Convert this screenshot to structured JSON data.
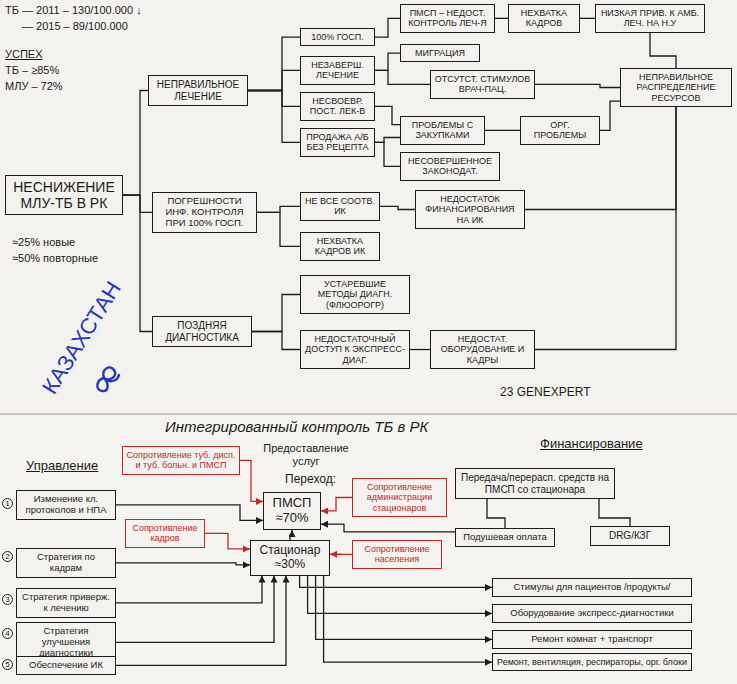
{
  "diagram": {
    "title": "Интегрированный контроль ТБ в РК",
    "nodes": [
      {
        "text": [
          "НЕСНИЖЕНИЕ МЛУ-ТБ В РК"
        ]
      },
      {
        "text": [
          "НЕПРАВИЛЬНОЕ ЛЕЧЕНИЕ"
        ]
      },
      {
        "text": [
          "100% ГОСП."
        ]
      },
      {
        "text": [
          "ПМСП – НЕДОСТ. КОНТРОЛЬ ЛЕЧ-Я"
        ]
      },
      {
        "text": [
          "НЕХВАТКА КАДРОВ"
        ]
      },
      {
        "text": [
          "НИЗКАЯ ПРИВ. К АМБ. ЛЕЧ. НА Н.У"
        ]
      },
      {
        "text": [
          "НЕЗАВЕРШ. ЛЕЧЕНИЕ"
        ]
      },
      {
        "text": [
          "МИГРАЦИЯ"
        ]
      },
      {
        "text": [
          "ОТСУТСТ. СТИМУЛОВ ВРАЧ-ПАЦ."
        ]
      },
      {
        "text": [
          "НЕПРАВИЛЬНОЕ РАСПРЕДЕЛЕНИЕ РЕСУРСОВ"
        ]
      },
      {
        "text": [
          "НЕСВОЕВР. ПОСТ. ЛЕК-В"
        ]
      },
      {
        "text": [
          "ПРОБЛЕМЫ С ЗАКУПКАМИ"
        ]
      },
      {
        "text": [
          "ОРГ. ПРОБЛЕМЫ"
        ]
      },
      {
        "text": [
          "ПРОДАЖА А/Б БЕЗ РЕЦЕПТА"
        ]
      },
      {
        "text": [
          "НЕСОВЕРШЕННОЕ ЗАКОНОДАТ."
        ]
      },
      {
        "text": [
          "ПОГРЕШНОСТИ ИНФ. КОНТРОЛЯ ПРИ 100% ГОСП."
        ]
      },
      {
        "text": [
          "НЕ ВСЕ СООТВ. ИК"
        ]
      },
      {
        "text": [
          "НЕДОСТАТОК ФИНАНСИРОВАНИЯ НА ИК"
        ]
      },
      {
        "text": [
          "НЕХВАТКА КАДРОВ ИК"
        ]
      },
      {
        "text": [
          "ПОЗДНЯЯ ДИАГНОСТИКА"
        ]
      },
      {
        "text": [
          "УСТАРЕВШИЕ МЕТОДЫ ДИАГН. (ФЛЮОРОГР)"
        ]
      },
      {
        "text": [
          "НЕДОСТАТОЧНЫЙ ДОСТУП К ЭКСПРЕСС-ДИАГ."
        ]
      },
      {
        "text": [
          "НЕДОСТАТ. ОБОРУДОВАНИЕ И КАДРЫ"
        ]
      },
      {
        "text": [
          "Изменение кл. протоколов и НПА"
        ]
      },
      {
        "text": [
          "Сопротивление туб. дисп. и туб. больн. и ПМСП"
        ]
      },
      {
        "text": [
          "ПМСП ≈70%"
        ]
      },
      {
        "text": [
          "Сопротивление администрации стационаров"
        ]
      },
      {
        "text": [
          "Передача/перерасп. средств на ПМСП со стационара"
        ]
      },
      {
        "text": [
          "Стратегия по кадрам"
        ]
      },
      {
        "text": [
          "Сопротивление кадров"
        ]
      },
      {
        "text": [
          "Стационар ≈30%"
        ]
      },
      {
        "text": [
          "Подушевая оплата"
        ]
      },
      {
        "text": [
          "DRG/КЗГ"
        ]
      },
      {
        "text": [
          "Сопротивление населения"
        ]
      },
      {
        "text": [
          "Стратегия приверж. к лечению"
        ]
      },
      {
        "text": [
          "Стимулы для пациентов /продукты/"
        ]
      },
      {
        "text": [
          "Стратегия улучшения диагностики"
        ]
      },
      {
        "text": [
          "Оборудование экспресс-диагностики"
        ]
      },
      {
        "text": [
          "Ремонт комнат + транспорт"
        ]
      },
      {
        "text": [
          "Обеспечение ИК"
        ]
      },
      {
        "text": [
          "Ремонт, вентиляция, респираторы, орг. блоки"
        ]
      }
    ],
    "edges": [
      {
        "from": 0,
        "to": 1,
        "arrow": "none"
      },
      {
        "from": 0,
        "to": 15,
        "arrow": "none"
      },
      {
        "from": 0,
        "to": 19,
        "arrow": "none"
      },
      {
        "from": 1,
        "to": 2,
        "arrow": "none"
      },
      {
        "from": 1,
        "to": 6,
        "arrow": "none"
      },
      {
        "from": 1,
        "to": 10,
        "arrow": "none"
      },
      {
        "from": 1,
        "to": 13,
        "arrow": "none"
      },
      {
        "from": 2,
        "to": 3,
        "arrow": "none"
      },
      {
        "from": 3,
        "to": 4,
        "arrow": "none"
      },
      {
        "from": 4,
        "to": 5,
        "arrow": "none"
      },
      {
        "from": 5,
        "to": 9,
        "arrow": "none"
      },
      {
        "from": 6,
        "to": 7,
        "arrow": "none"
      },
      {
        "from": 6,
        "to": 8,
        "arrow": "none"
      },
      {
        "from": 8,
        "to": 9,
        "arrow": "none"
      },
      {
        "from": 10,
        "to": 11,
        "arrow": "none"
      },
      {
        "from": 11,
        "to": 12,
        "arrow": "none"
      },
      {
        "from": 12,
        "to": 9,
        "arrow": "none"
      },
      {
        "from": 13,
        "to": 11,
        "arrow": "none"
      },
      {
        "from": 13,
        "to": 14,
        "arrow": "none"
      },
      {
        "from": 15,
        "to": 16,
        "arrow": "none"
      },
      {
        "from": 15,
        "to": 18,
        "arrow": "none"
      },
      {
        "from": 16,
        "to": 17,
        "arrow": "none"
      },
      {
        "from": 17,
        "to": 9,
        "arrow": "none"
      },
      {
        "from": 19,
        "to": 20,
        "arrow": "none"
      },
      {
        "from": 19,
        "to": 21,
        "arrow": "none"
      },
      {
        "from": 21,
        "to": 22,
        "arrow": "none"
      },
      {
        "from": 22,
        "to": 9,
        "arrow": "none"
      },
      {
        "from": 23,
        "to": 25,
        "arrow": "to"
      },
      {
        "from": 24,
        "to": 25,
        "arrow": "to"
      },
      {
        "from": 26,
        "to": 25,
        "arrow": "to"
      },
      {
        "from": 27,
        "to": 31,
        "arrow": "none"
      },
      {
        "from": 27,
        "to": 32,
        "arrow": "none"
      },
      {
        "from": 31,
        "to": 25,
        "arrow": "to"
      },
      {
        "from": 28,
        "to": 30,
        "arrow": "to"
      },
      {
        "from": 29,
        "to": 30,
        "arrow": "to"
      },
      {
        "from": 30,
        "to": 25,
        "arrow": "to"
      },
      {
        "from": 33,
        "to": 30,
        "arrow": "to"
      },
      {
        "from": 34,
        "to": 30,
        "arrow": "to"
      },
      {
        "from": 36,
        "to": 30,
        "arrow": "to"
      },
      {
        "from": 39,
        "to": 30,
        "arrow": "to"
      },
      {
        "from": 30,
        "to": 35,
        "arrow": "to"
      },
      {
        "from": 30,
        "to": 37,
        "arrow": "to"
      },
      {
        "from": 30,
        "to": 38,
        "arrow": "to"
      },
      {
        "from": 30,
        "to": 40,
        "arrow": "to"
      }
    ],
    "labels": [
      "ТБ — 2011 – 130/100.000 ↓",
      "— 2015 – 89/100.000",
      "УСПЕХ",
      "ТБ – ≥85%",
      "МЛУ – 72%",
      "≈25% новые",
      "≈50% повторные",
      "КАЗАХСТАН",
      "23 GENEXPERT",
      "Управление",
      "Предоставление услуг",
      "Переход:",
      "Финансирование",
      "1",
      "2",
      "3",
      "4",
      "5"
    ]
  }
}
